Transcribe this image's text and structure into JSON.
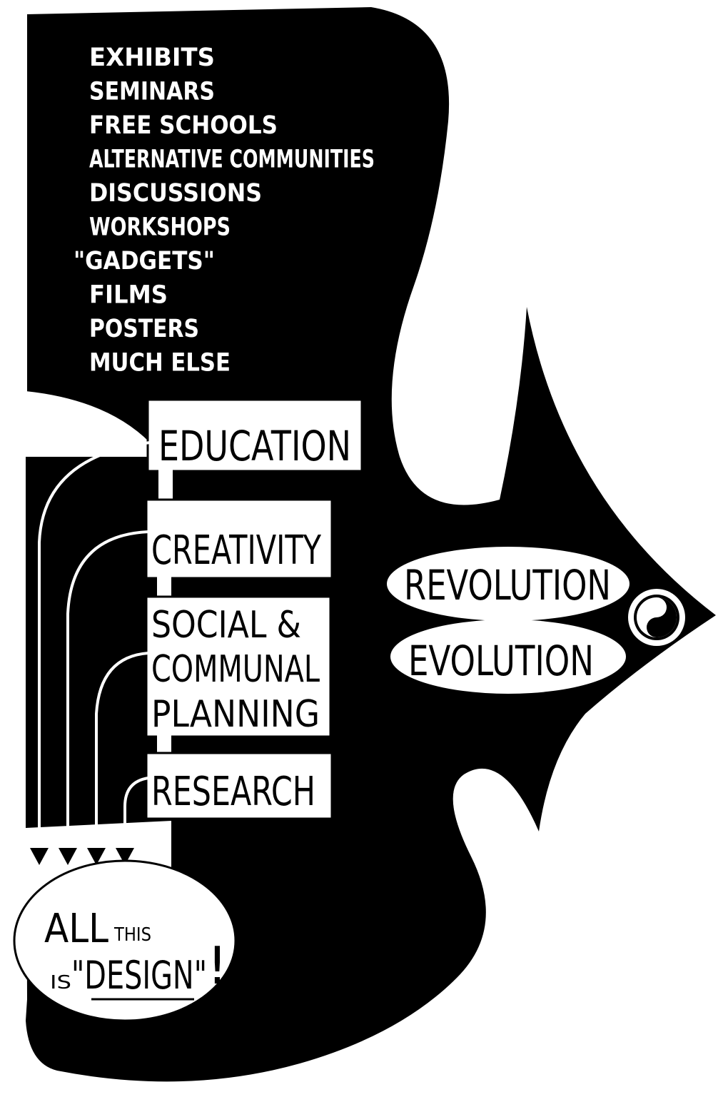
{
  "colors": {
    "ink": "#000000",
    "paper": "#ffffff"
  },
  "activities": [
    "EXHIBITS",
    "SEMINARS",
    "FREE SCHOOLS",
    "ALTERNATIVE COMMUNITIES",
    "DISCUSSIONS",
    "WORKSHOPS",
    "\"GADGETS\"",
    "FILMS",
    "POSTERS",
    "MUCH ELSE"
  ],
  "boxes": {
    "education": "EDUCATION",
    "creativity": "CREATIVITY",
    "social_line1": "SOCIAL &",
    "social_line2": "COMMUNAL",
    "social_line3": "PLANNING",
    "research": "RESEARCH"
  },
  "arrow_labels": {
    "revolution": "REVOLUTION",
    "evolution": "EVOLUTION"
  },
  "symbol": {
    "icon": "yin-yang-icon"
  },
  "conclusion": {
    "line1_big": "ALL",
    "line1_small": "THIS",
    "line2_small": "IS",
    "line2_big": "\"DESIGN\"",
    "exclaim": "!"
  }
}
